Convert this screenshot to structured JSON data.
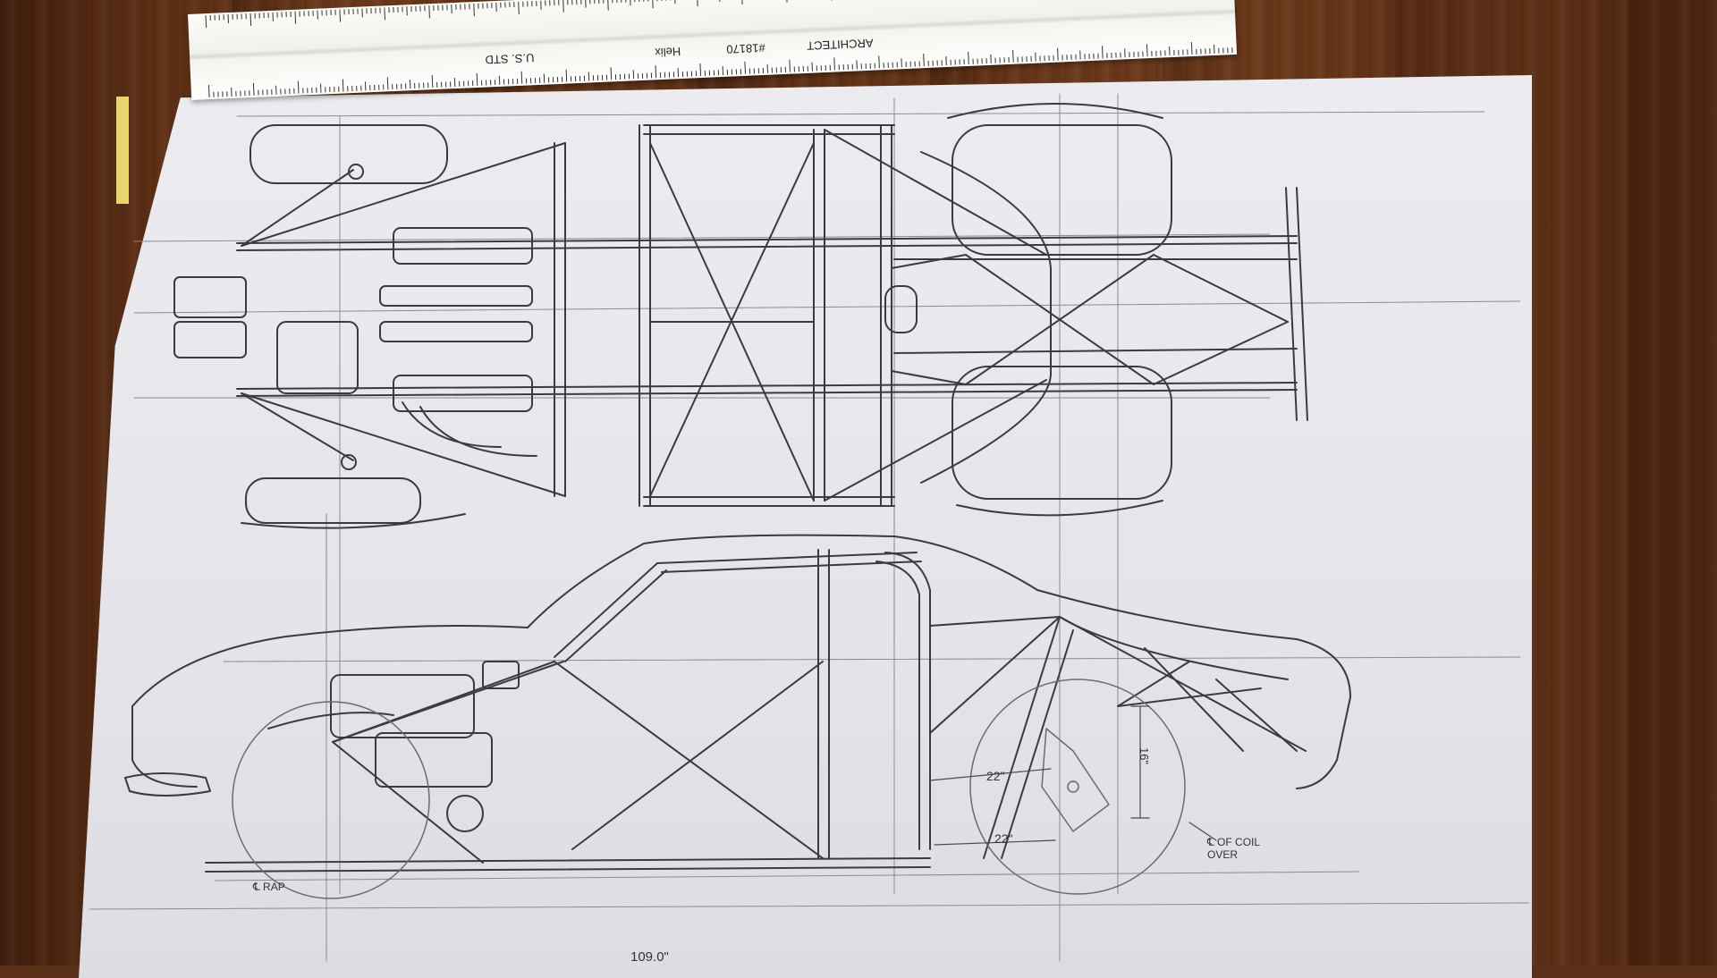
{
  "ruler": {
    "brand": "Helix",
    "model": "#18170",
    "scale": "ARCHITECT",
    "std": "U.S. STD"
  },
  "labels": {
    "dim_22_upper": "22\"",
    "dim_22_lower": "22\"",
    "dim_16": "16\"",
    "coil_over": "℄ OF COIL OVER",
    "rap": "℄ RAP",
    "wheelbase": "109.0\""
  },
  "colors": {
    "wood": "#5a2f17",
    "paper": "#e6e6ec",
    "pencil": "#3a3a40"
  }
}
